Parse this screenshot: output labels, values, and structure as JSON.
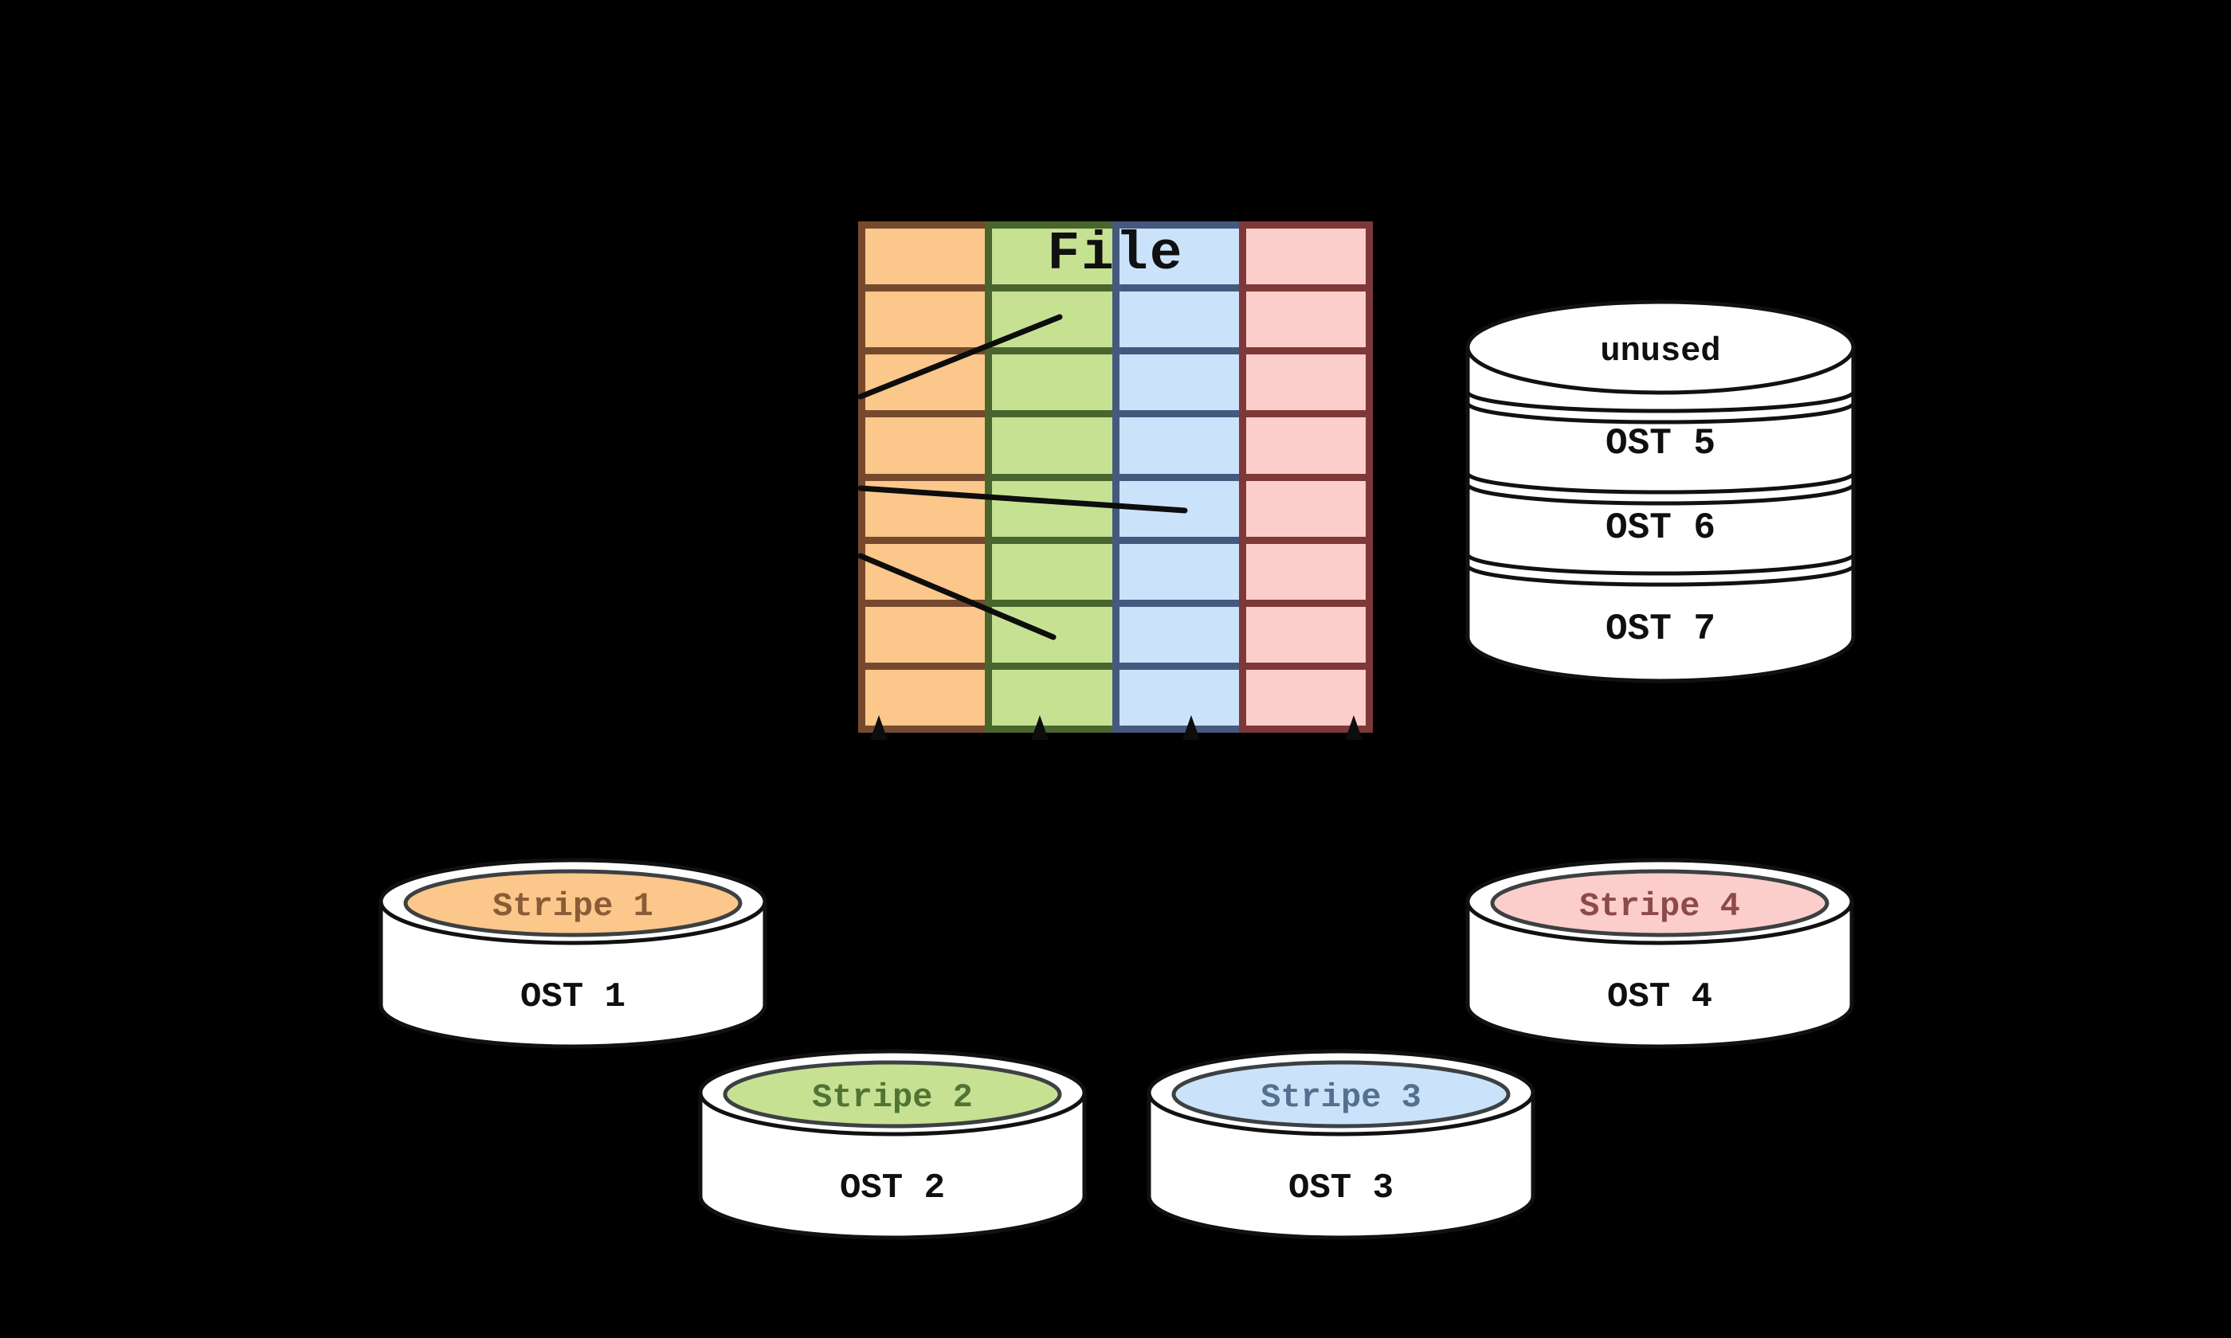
{
  "canvas": {
    "background": "#000000",
    "connector_color": "#0d0d0d"
  },
  "file_grid": {
    "title": "File",
    "rows_per_column": 8,
    "columns": [
      {
        "stripe": "Stripe 1",
        "fill": "#fbc78a",
        "border": "#75492d"
      },
      {
        "stripe": "Stripe 2",
        "fill": "#c7e193",
        "border": "#49652e"
      },
      {
        "stripe": "Stripe 3",
        "fill": "#cbe3fa",
        "border": "#45597e"
      },
      {
        "stripe": "Stripe 4",
        "fill": "#fccecb",
        "border": "#7e3838"
      }
    ]
  },
  "ost_stack": {
    "items": [
      {
        "label": "unused"
      },
      {
        "label": "OST 5"
      },
      {
        "label": "OST 6"
      },
      {
        "label": "OST 7"
      }
    ]
  },
  "ost_disks": [
    {
      "stripe_label": "Stripe 1",
      "ost_label": "OST 1",
      "fill": "#fbc78a",
      "label_color": "#8a5b36"
    },
    {
      "stripe_label": "Stripe 2",
      "ost_label": "OST 2",
      "fill": "#c7e193",
      "label_color": "#507434"
    },
    {
      "stripe_label": "Stripe 3",
      "ost_label": "OST 3",
      "fill": "#cbe3fa",
      "label_color": "#54708e"
    },
    {
      "stripe_label": "Stripe 4",
      "ost_label": "OST 4",
      "fill": "#fccecb",
      "label_color": "#8d4a4a"
    }
  ]
}
